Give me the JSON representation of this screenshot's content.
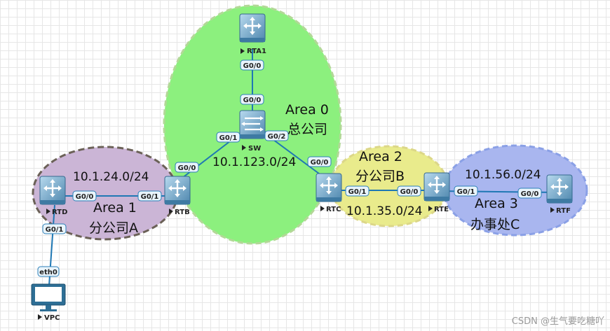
{
  "areas": {
    "area0": {
      "title": "Area 0",
      "subtitle": "总公司",
      "network": "10.1.123.0/24",
      "color": "#8cf07e"
    },
    "area1": {
      "title": "Area 1",
      "subtitle": "分公司A",
      "network": "10.1.24.0/24",
      "color": "#cbb5d6"
    },
    "area2": {
      "title": "Area 2",
      "subtitle": "分公司B",
      "network": "10.1.35.0/24",
      "color": "#e9eb8c"
    },
    "area3": {
      "title": "Area 3",
      "subtitle": "办事处C",
      "network": "10.1.56.0/24",
      "color": "#a9b6ef"
    }
  },
  "devices": {
    "rta1": "RTA1",
    "sw": "SW",
    "rtb": "RTB",
    "rtc": "RTC",
    "rtd": "RTD",
    "rte": "RTE",
    "rtf": "RTF",
    "vpc": "VPC"
  },
  "ports": {
    "rta1_g00": "G0/0",
    "sw_g00": "G0/0",
    "sw_g01": "G0/1",
    "sw_g02": "G0/2",
    "rtb_g00": "G0/0",
    "rtb_g01": "G0/1",
    "rtc_g00": "G0/0",
    "rtc_g01": "G0/1",
    "rtd_g00": "G0/0",
    "rtd_g01": "G0/1",
    "rte_g00": "G0/0",
    "rte_g01": "G0/1",
    "rtf_g00": "G0/0",
    "vpc_eth0": "eth0"
  },
  "watermark": "CSDN @生气要吃糖吖",
  "icons": {
    "router": "router-icon",
    "switch": "switch-icon",
    "pc": "pc-icon"
  }
}
